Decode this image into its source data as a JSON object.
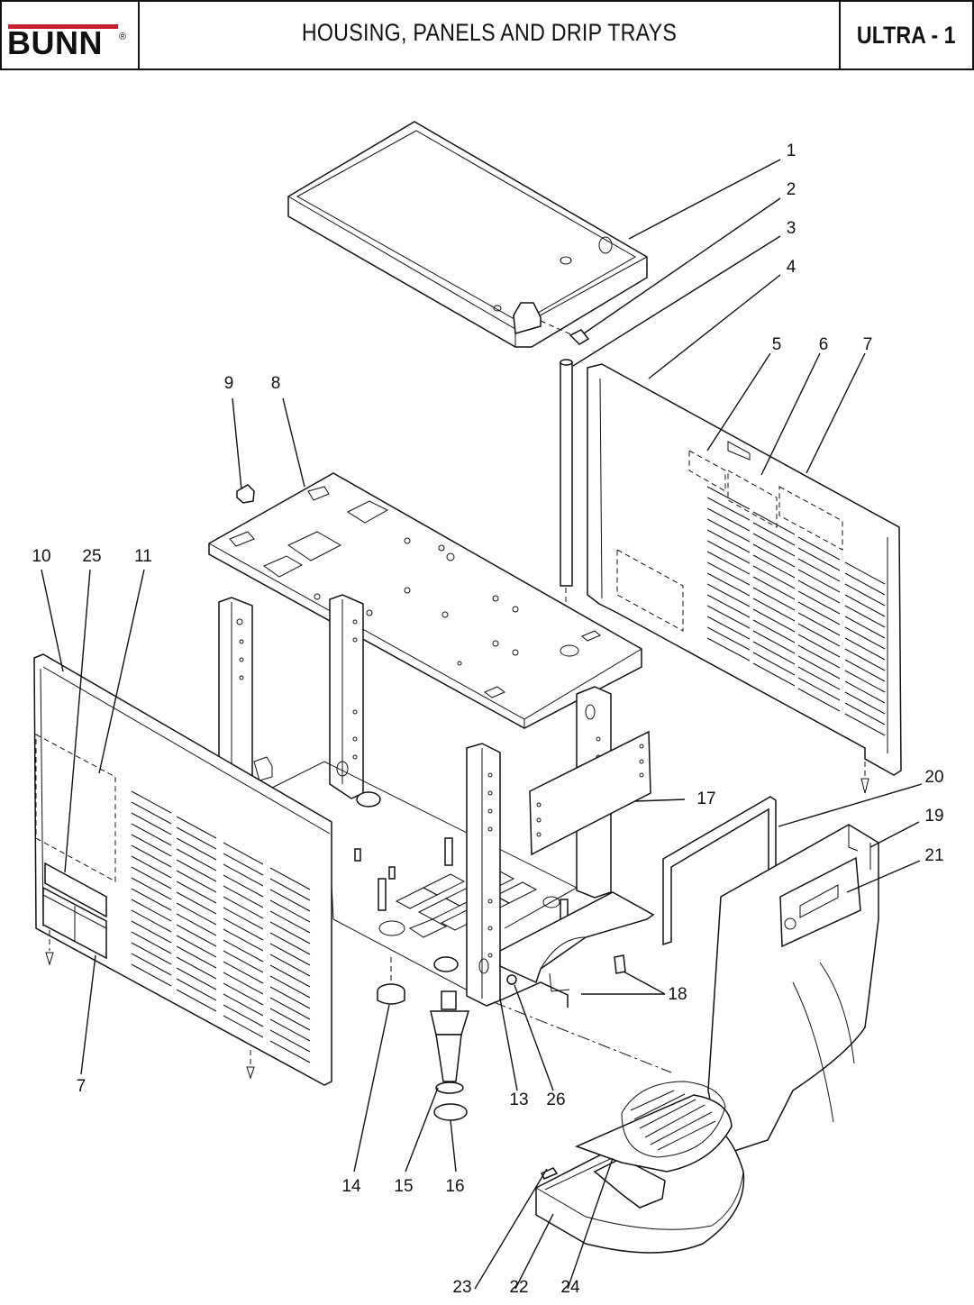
{
  "header": {
    "brand": "BUNN",
    "brand_mark": "®",
    "title": "HOUSING, PANELS AND DRIP TRAYS",
    "model": "ULTRA - 1"
  },
  "callouts": [
    "1",
    "2",
    "3",
    "4",
    "5",
    "6",
    "7",
    "8",
    "9",
    "10",
    "25",
    "11",
    "17",
    "20",
    "19",
    "21",
    "18",
    "7",
    "13",
    "26",
    "14",
    "15",
    "16",
    "23",
    "22",
    "24"
  ],
  "colors": {
    "brand_red": "#c8202f",
    "ink": "#111111"
  }
}
